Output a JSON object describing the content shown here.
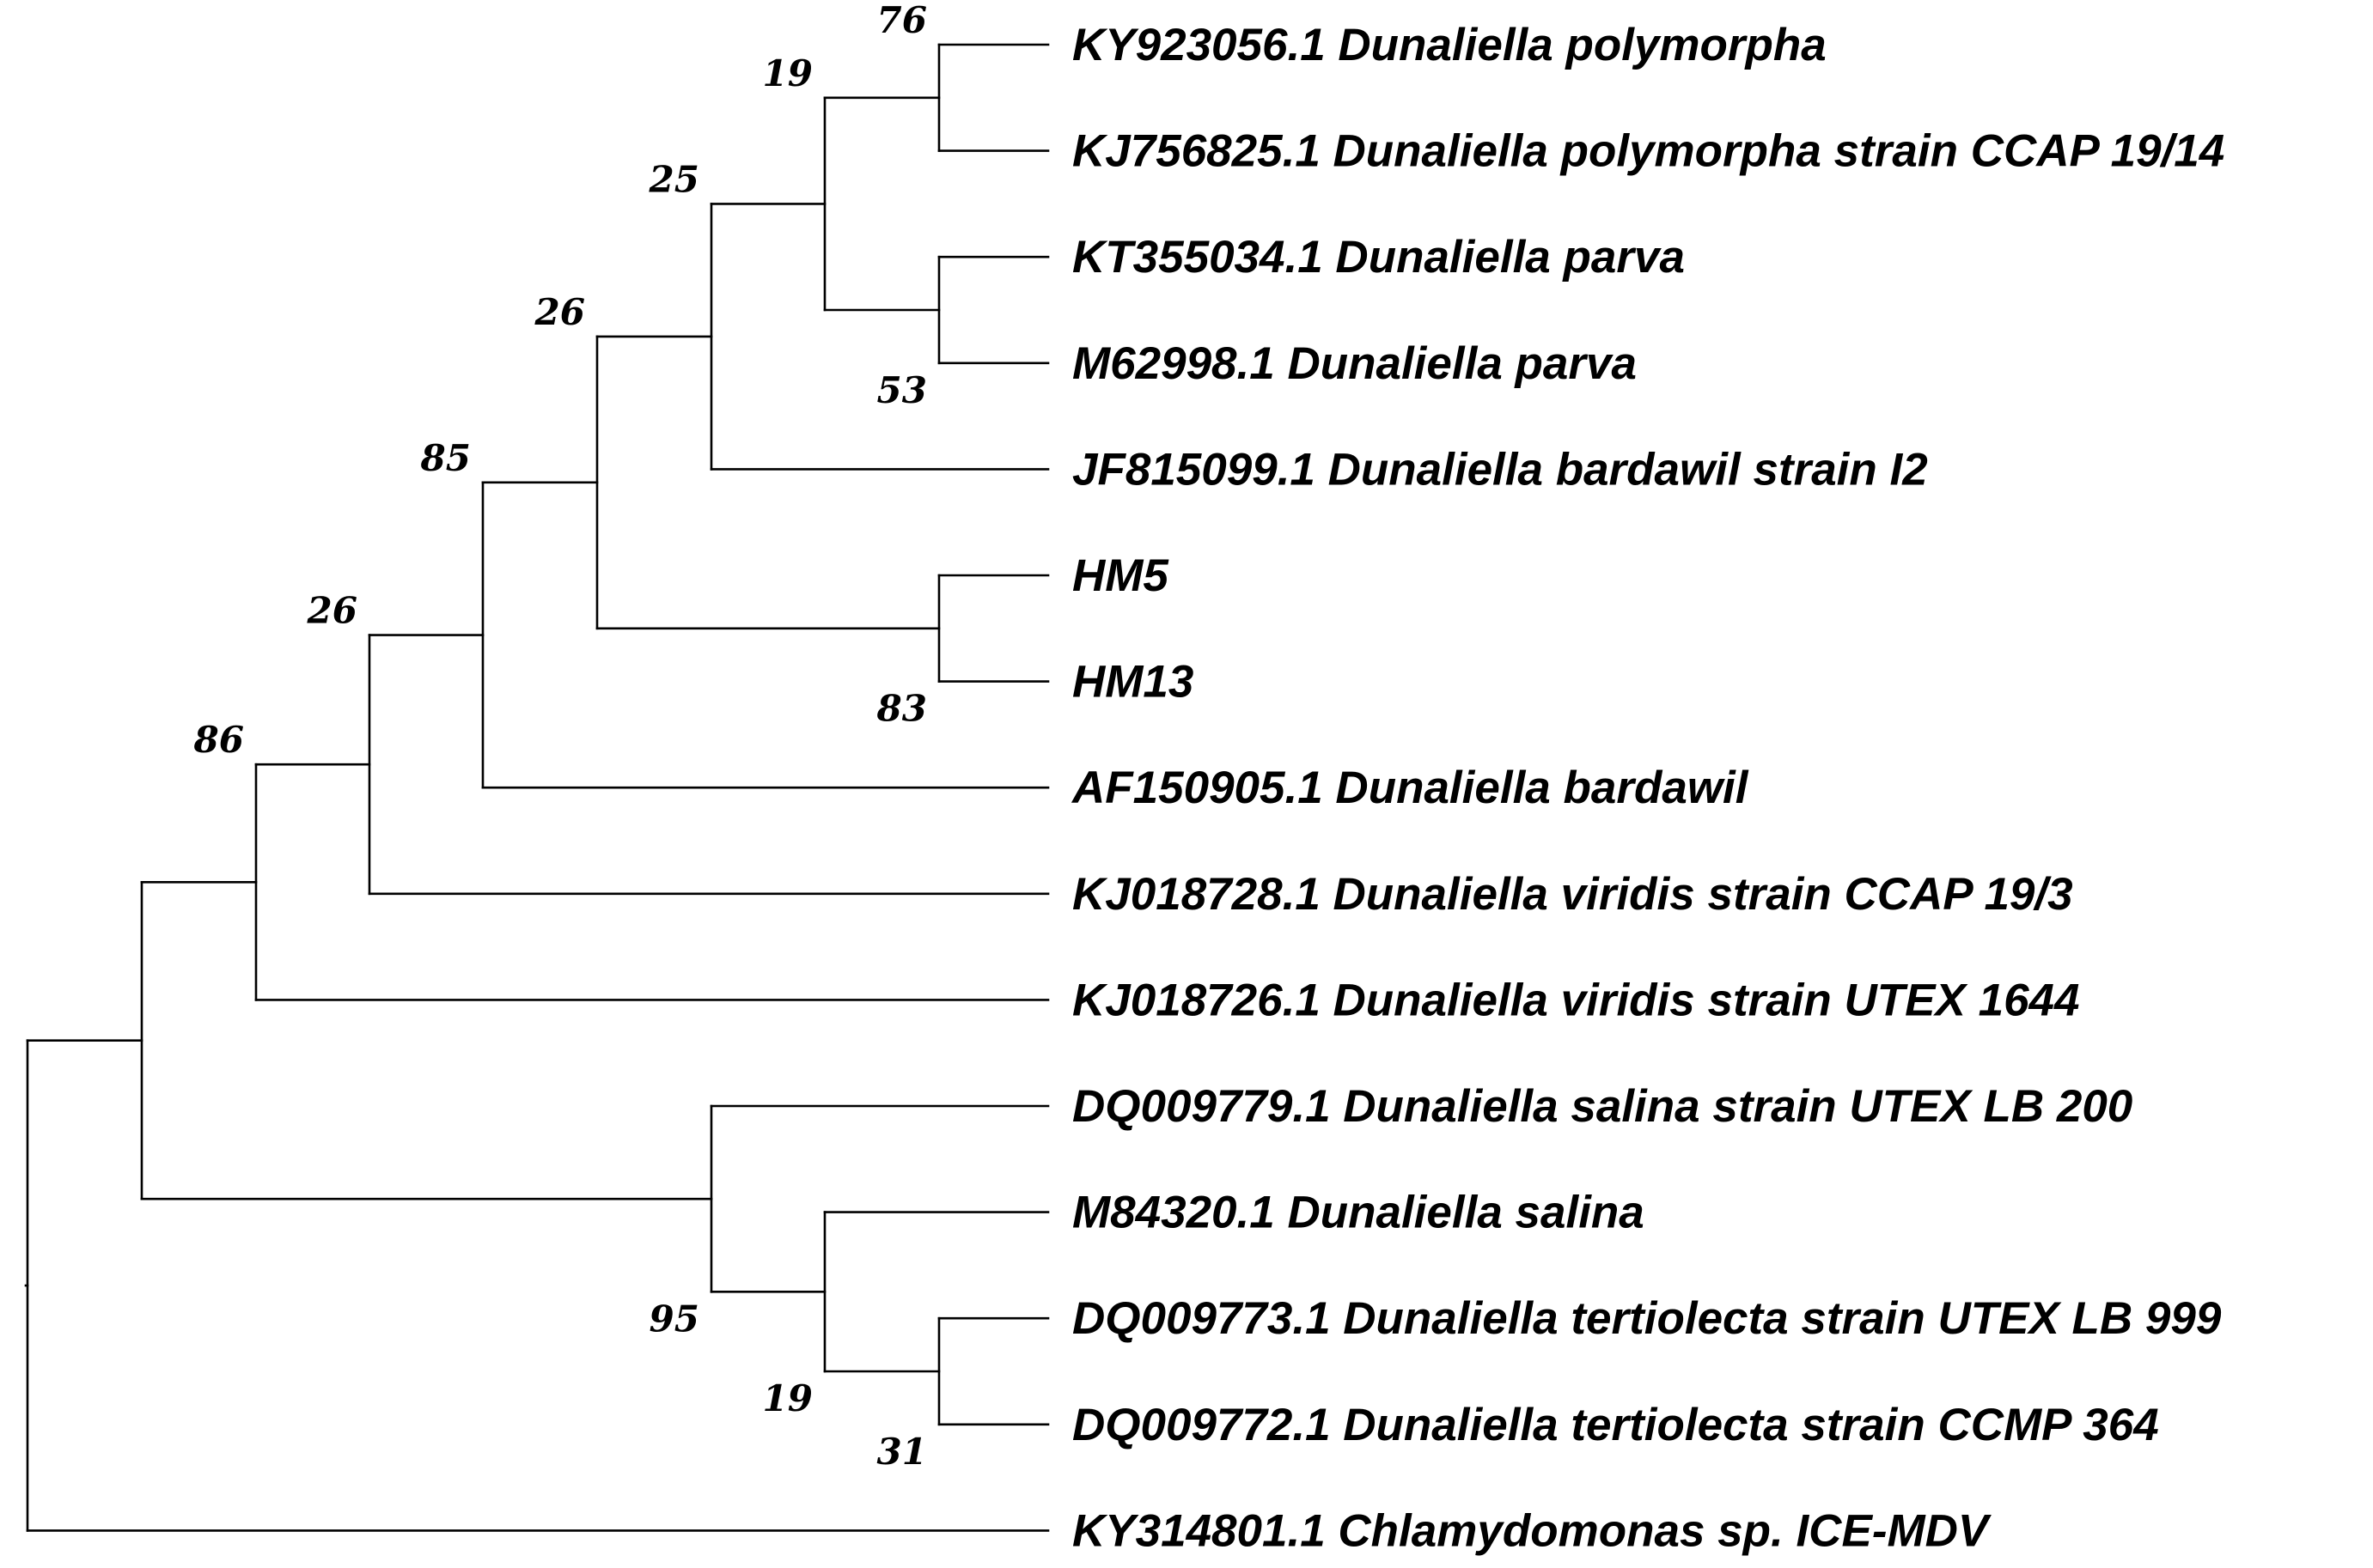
{
  "taxa": [
    "KY923056.1 Dunaliella polymorpha",
    "KJ756825.1 Dunaliella polymorpha strain CCAP 19/14",
    "KT355034.1 Dunaliella parva",
    "M62998.1 Dunaliella parva",
    "JF815099.1 Dunaliella bardawil strain I2",
    "HM5",
    "HM13",
    "AF150905.1 Dunaliella bardawil",
    "KJ018728.1 Dunaliella viridis strain CCAP 19/3",
    "KJ018726.1 Dunaliella viridis strain UTEX 1644",
    "DQ009779.1 Dunaliella salina strain UTEX LB 200",
    "M84320.1 Dunaliella salina",
    "DQ009773.1 Dunaliella tertiolecta strain UTEX LB 999",
    "DQ009772.1 Dunaliella tertiolecta strain CCMP 364",
    "KY314801.1 Chlamydomonas sp. ICE-MDV"
  ],
  "support_values": [
    "76",
    "19",
    "53",
    "25",
    "26",
    "83",
    "85",
    "26",
    "86",
    "31",
    "19",
    "95"
  ],
  "colors": {
    "line": "#000000",
    "text": "#000000",
    "background": "#ffffff"
  }
}
